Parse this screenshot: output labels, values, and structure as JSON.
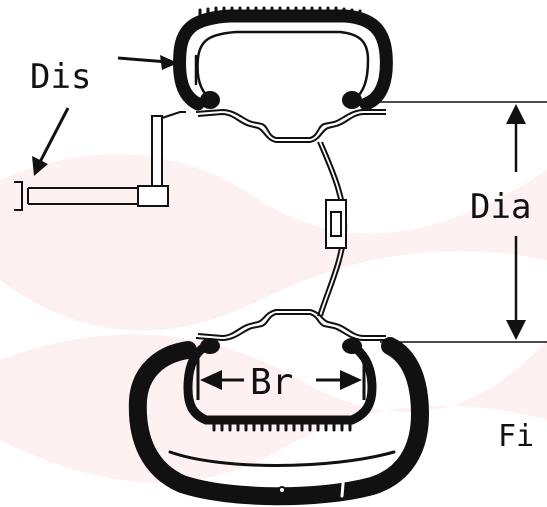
{
  "labels": {
    "dis": "Dis",
    "dia": "Dia",
    "br": "Br",
    "fig": "Fi"
  },
  "colors": {
    "ink": "#111111",
    "background": "#ffffff",
    "watermark": "#e94a4a"
  }
}
